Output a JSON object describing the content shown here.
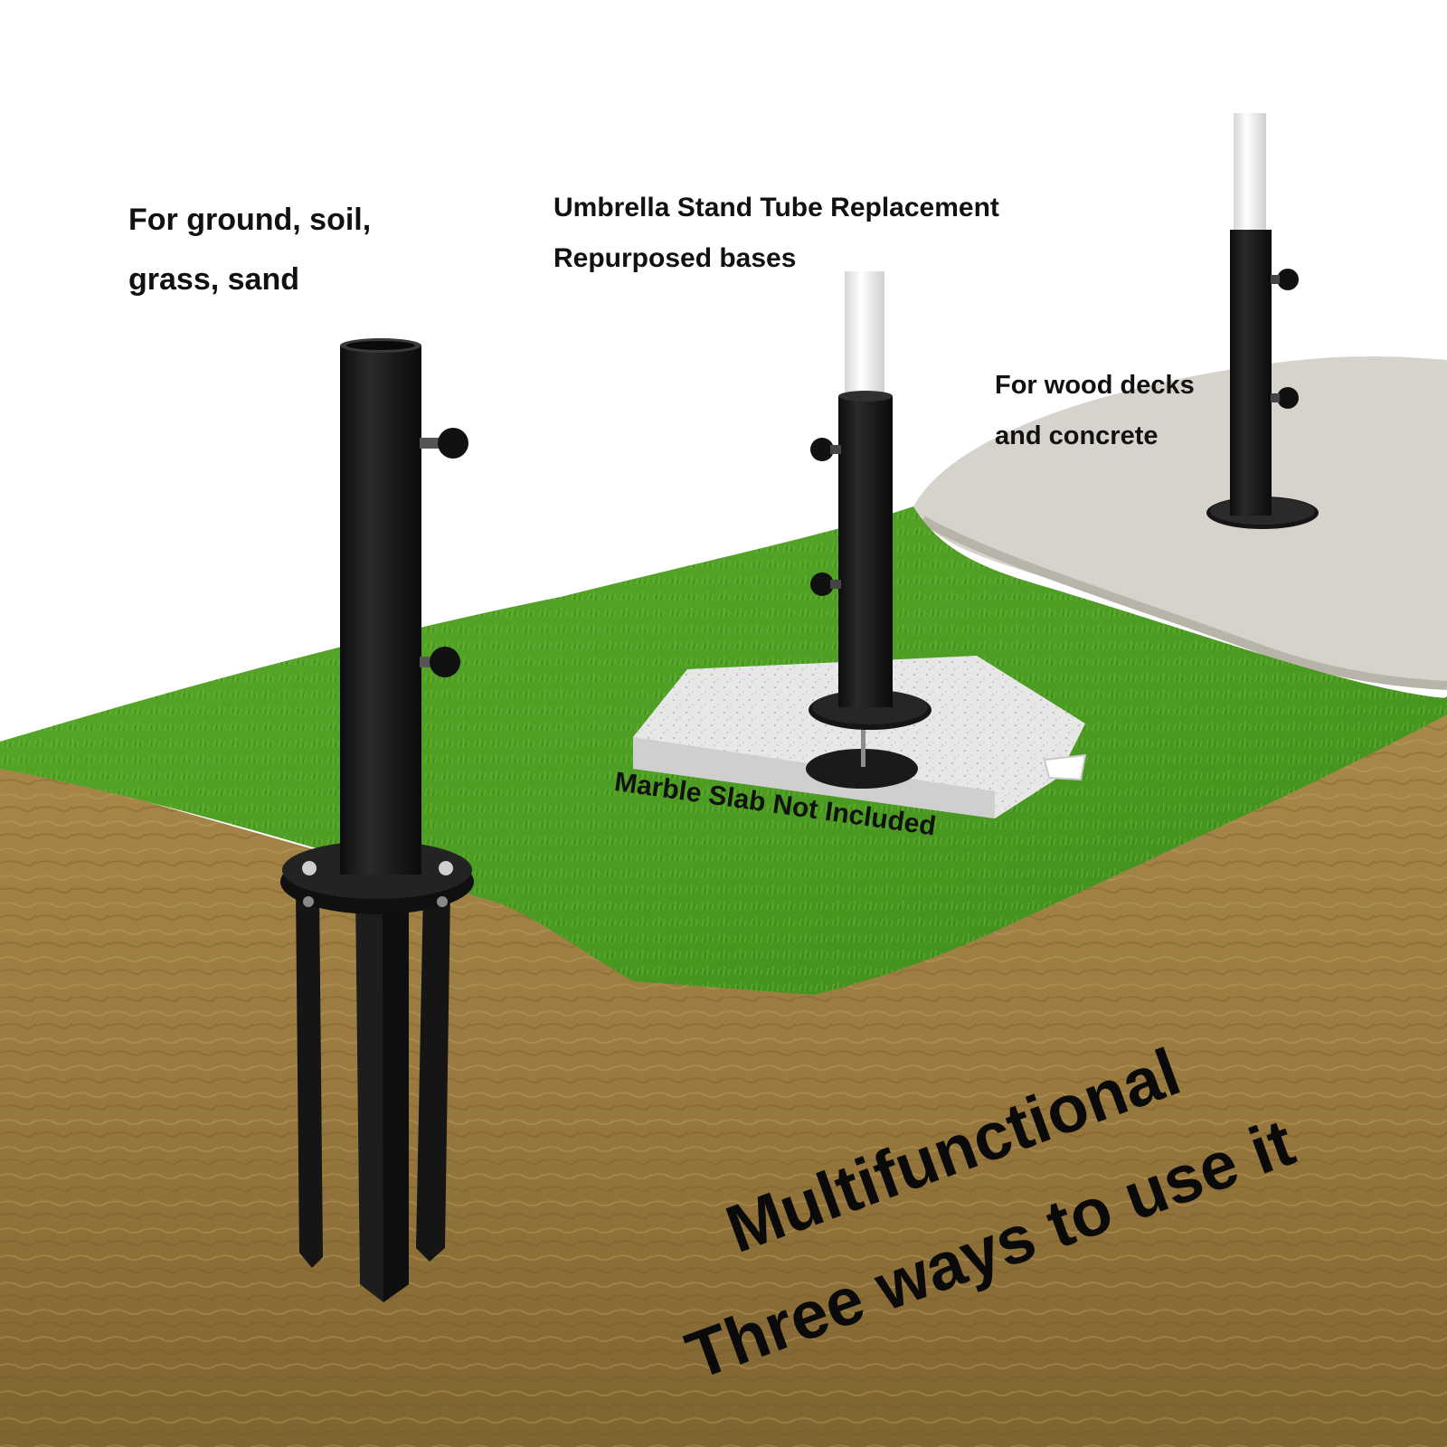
{
  "captions": {
    "ground_line1": "For ground, soil,",
    "ground_line2": "grass, sand",
    "tube_line1": "Umbrella Stand Tube Replacement",
    "tube_line2": "Repurposed bases",
    "deck_line1": "For wood decks",
    "deck_line2": "and concrete",
    "marble_note": "Marble Slab Not Included"
  },
  "headline": {
    "line1": "Multifunctional",
    "line2": "Three ways to use it"
  },
  "colors": {
    "grass": "#4e9d24",
    "soil": "#9a7a3f",
    "pole": "#1a1a1a",
    "concrete": "#d6d3cc",
    "marble": "#e7e7e7",
    "text": "#111111"
  },
  "icons": [
    "ground-stake",
    "marble-base-tube",
    "deck-mount-tube"
  ]
}
